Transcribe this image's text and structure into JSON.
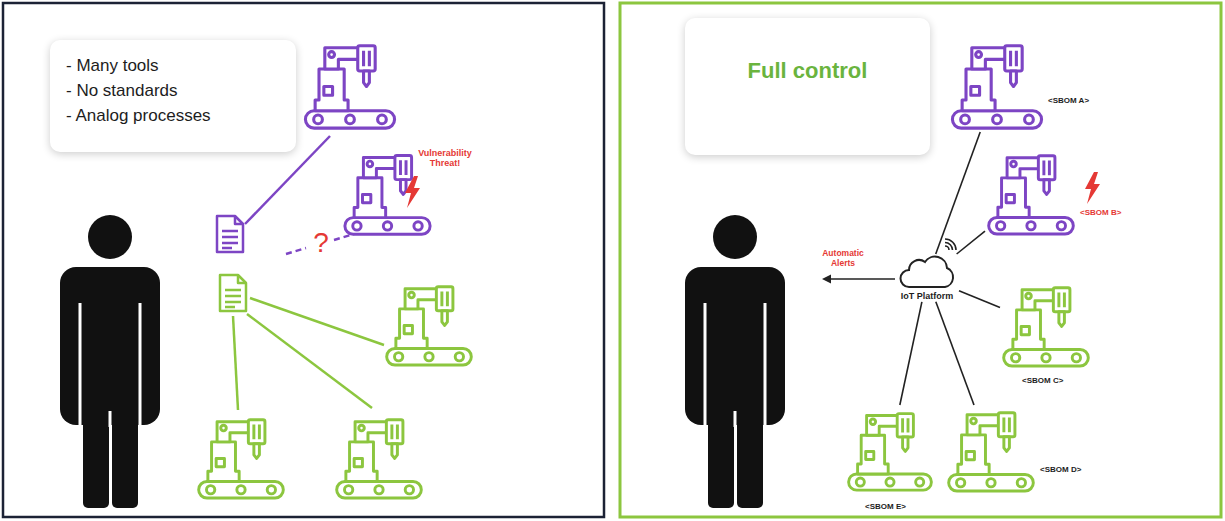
{
  "diagram": {
    "nodes": [
      {
        "text": [
          "- Many tools",
          "- No standards",
          "- Analog processes"
        ]
      },
      {
        "text": [
          "Full control"
        ]
      },
      {
        "text": [
          "IoT Platform"
        ]
      },
      {
        "text": [
          "<SBOM A>"
        ]
      },
      {
        "text": [
          "<SBOM B>"
        ]
      },
      {
        "text": [
          "<SBOM C>"
        ]
      },
      {
        "text": [
          "<SBOM D>"
        ]
      },
      {
        "text": [
          "<SBOM E>"
        ]
      }
    ],
    "edges": [
      {
        "from": 2,
        "to": 3,
        "arrow": "none"
      },
      {
        "from": 2,
        "to": 4,
        "arrow": "none"
      },
      {
        "from": 2,
        "to": 5,
        "arrow": "none"
      },
      {
        "from": 2,
        "to": 6,
        "arrow": "none"
      },
      {
        "from": 2,
        "to": 7,
        "arrow": "none"
      }
    ],
    "labels": [
      "Vulnerability Threat!",
      "?",
      "Automatic Alerts"
    ]
  }
}
